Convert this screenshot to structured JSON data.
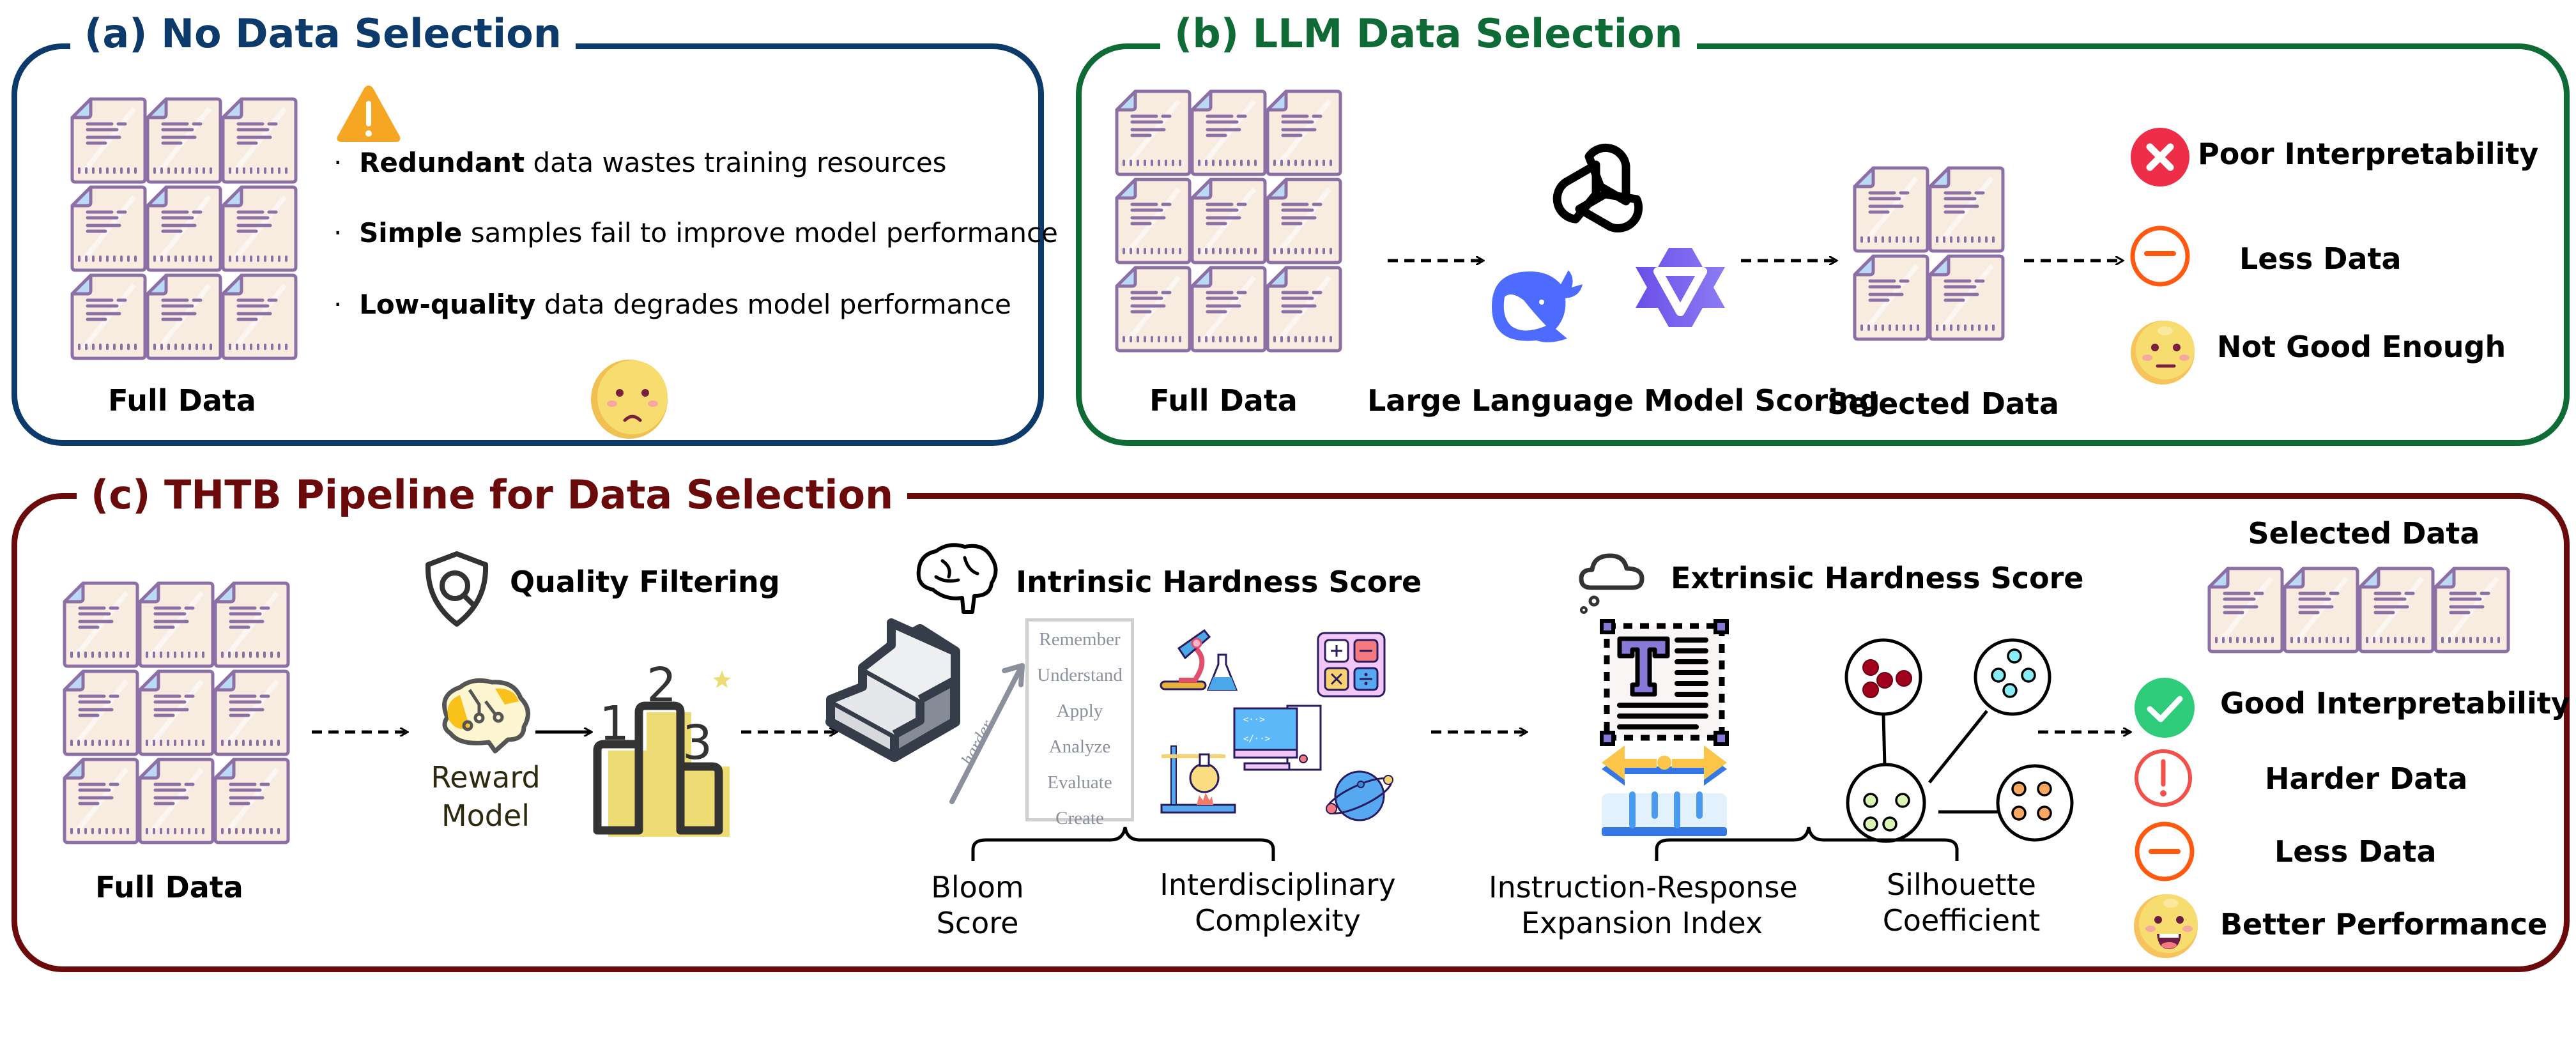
{
  "colors": {
    "panel_a": "#0b3a6b",
    "panel_b": "#0e6b36",
    "panel_c": "#6b0a0a",
    "doc_stroke": "#8b6fa5",
    "doc_fill": "#f8ece0",
    "doc_fold": "#b9d9f5",
    "warning": "#f5a623",
    "red_x": "#ee2d48",
    "orange_minus": "#ff5a10",
    "green_check": "#2ecc7a",
    "red_exclaim": "#f2504b",
    "emoji_face": "#f7dc6f"
  },
  "panel_a": {
    "title": "(a) No Data Selection",
    "full_data_label": "Full Data",
    "warning_icon": "warning-triangle",
    "bullets": [
      {
        "bold": "Redundant",
        "rest": " data wastes training resources"
      },
      {
        "bold": "Simple",
        "rest": " samples fail to improve model performance"
      },
      {
        "bold": "Low-quality",
        "rest": " data degrades model performance"
      }
    ],
    "emoji": "sad-face"
  },
  "panel_b": {
    "title": "(b) LLM Data Selection",
    "full_data_label": "Full Data",
    "scoring_label": "Large Language Model Scoring",
    "selected_label": "Selected Data",
    "models": [
      "openai-logo",
      "deepseek-logo",
      "qwen-logo"
    ],
    "outcomes": [
      {
        "icon": "x-circle",
        "label": "Poor Interpretability"
      },
      {
        "icon": "minus-circle",
        "label": "Less Data"
      },
      {
        "icon": "neutral-face",
        "label": "Not Good Enough"
      }
    ]
  },
  "panel_c": {
    "title": "(c) THTB Pipeline for Data Selection",
    "full_data_label": "Full Data",
    "quality": {
      "heading": "Quality Filtering",
      "reward_model_line1": "Reward",
      "reward_model_line2": "Model",
      "podium_numbers": [
        "1",
        "2",
        "3"
      ]
    },
    "intrinsic": {
      "heading": "Intrinsic Hardness Score",
      "harder_label": "harder",
      "bloom_levels": [
        "Remember",
        "Understand",
        "Apply",
        "Analyze",
        "Evaluate",
        "Create"
      ],
      "bloom_label_line1": "Bloom",
      "bloom_label_line2": "Score",
      "inter_label_line1": "Interdisciplinary",
      "inter_label_line2": "Complexity"
    },
    "extrinsic": {
      "heading": "Extrinsic Hardness Score",
      "ir_label_line1": "Instruction-Response",
      "ir_label_line2": "Expansion Index",
      "sil_label_line1": "Silhouette",
      "sil_label_line2": "Coefficient"
    },
    "selected_label": "Selected Data",
    "outcomes": [
      {
        "icon": "check-circle",
        "label": "Good Interpretability"
      },
      {
        "icon": "exclaim-circle",
        "label": "Harder Data"
      },
      {
        "icon": "minus-circle",
        "label": "Less Data"
      },
      {
        "icon": "happy-face",
        "label": "Better Performance"
      }
    ]
  }
}
